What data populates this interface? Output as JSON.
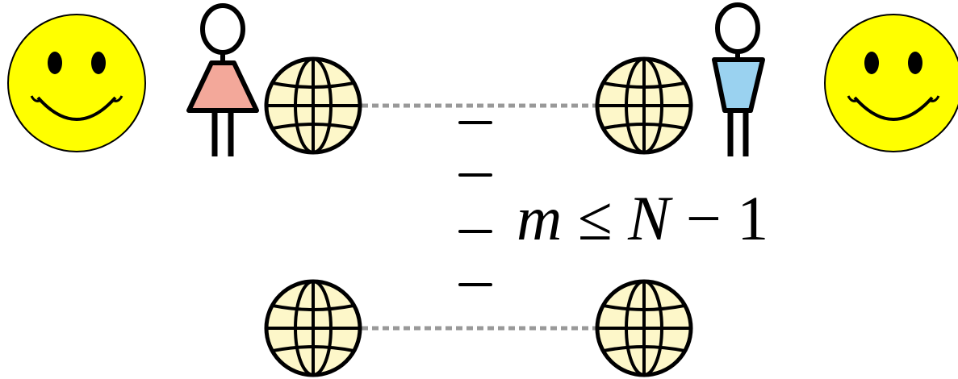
{
  "colors": {
    "smiley_fill": "#ffff00",
    "globe_fill": "#fdf7c9",
    "woman_dress": "#f3a89a",
    "man_shirt": "#9ad2f0",
    "link_line": "#999999",
    "ink": "#000000"
  },
  "icons": {
    "left_smiley": "smiley-icon",
    "right_smiley": "smiley-icon",
    "woman": "woman-icon",
    "man": "man-icon",
    "globe": "globe-icon"
  },
  "equation": {
    "var_m": "m",
    "leq": "≤",
    "var_n": "N",
    "minus": "−",
    "one": "1"
  }
}
